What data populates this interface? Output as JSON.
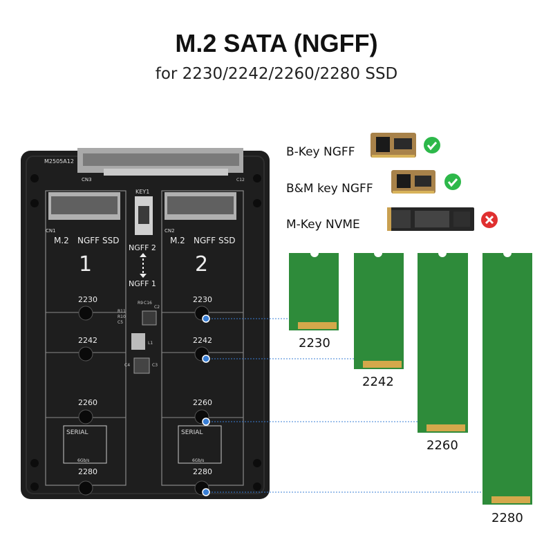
{
  "title": "M.2 SATA (NGFF)",
  "subtitle": "for 2230/2242/2260/2280 SSD",
  "compatibility": [
    {
      "label": "B-Key NGFF",
      "supported": true
    },
    {
      "label": "B&M key NGFF",
      "supported": true
    },
    {
      "label": "M-Key NVME",
      "supported": false
    }
  ],
  "board": {
    "model": "M2505A12",
    "connector_label": "CN3",
    "slots": [
      {
        "name": "M.2",
        "type": "NGFF",
        "kind": "SSD",
        "number": "1",
        "cn": "CN1"
      },
      {
        "name": "M.2",
        "type": "NGFF",
        "kind": "SSD",
        "number": "2",
        "cn": "CN2"
      }
    ],
    "switch": {
      "label": "KEY1",
      "top": "NGFF 2",
      "bottom": "NGFF 1"
    },
    "positions": [
      "2230",
      "2242",
      "2260",
      "2280"
    ],
    "components": [
      "R11",
      "R10",
      "C5",
      "R9",
      "C16",
      "C2",
      "L1",
      "C4",
      "C3",
      "C12"
    ],
    "logo": {
      "top": "SERIAL",
      "bottom": "6Gb/s"
    }
  },
  "ssd_sizes": [
    "2230",
    "2242",
    "2260",
    "2280"
  ],
  "colors": {
    "pcb": "#1c1c1c",
    "ssd_green": "#2e8b3a",
    "gold": "#d4a84b",
    "leader": "#3a7fd5",
    "ok": "#2db84a",
    "no": "#e03030"
  }
}
